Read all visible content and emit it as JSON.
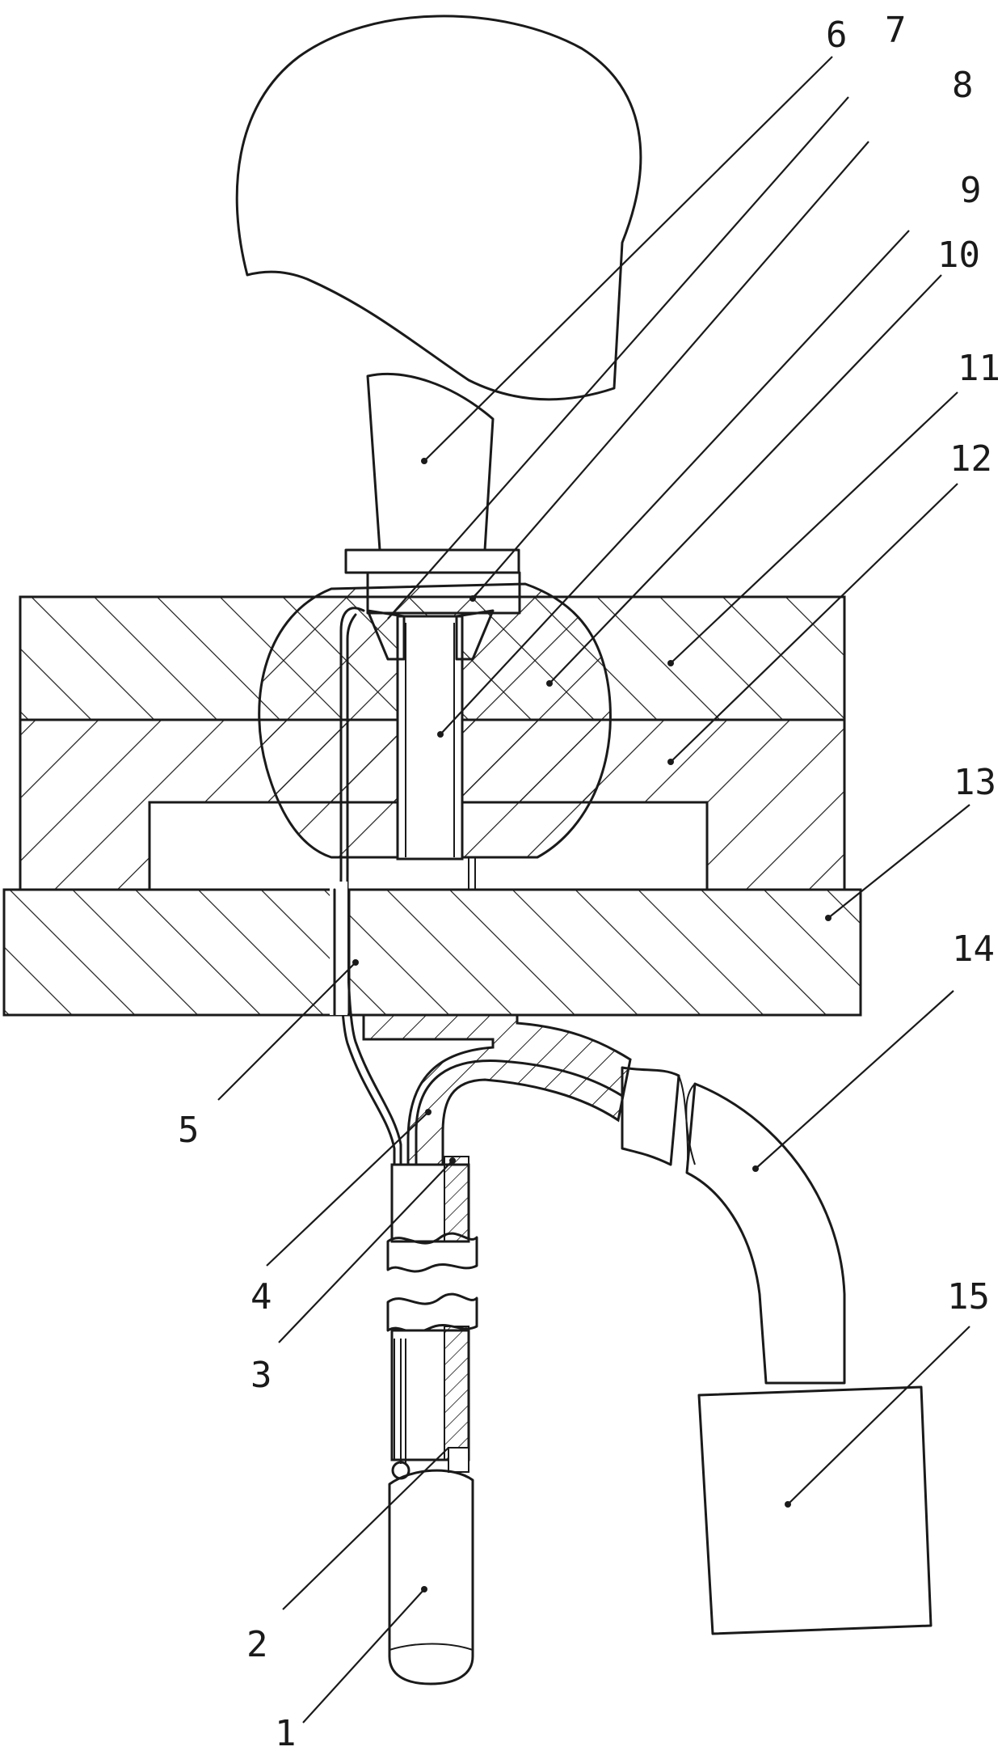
{
  "figure": {
    "labels": [
      {
        "id": "label-1",
        "text": "1"
      },
      {
        "id": "label-2",
        "text": "2"
      },
      {
        "id": "label-3",
        "text": "3"
      },
      {
        "id": "label-4",
        "text": "4"
      },
      {
        "id": "label-5",
        "text": "5"
      },
      {
        "id": "label-6",
        "text": "6"
      },
      {
        "id": "label-7",
        "text": "7"
      },
      {
        "id": "label-8",
        "text": "8"
      },
      {
        "id": "label-9",
        "text": "9"
      },
      {
        "id": "label-10",
        "text": "10"
      },
      {
        "id": "label-11",
        "text": "11"
      },
      {
        "id": "label-12",
        "text": "12"
      },
      {
        "id": "label-13",
        "text": "13"
      },
      {
        "id": "label-14",
        "text": "14"
      },
      {
        "id": "label-15",
        "text": "15"
      }
    ]
  }
}
